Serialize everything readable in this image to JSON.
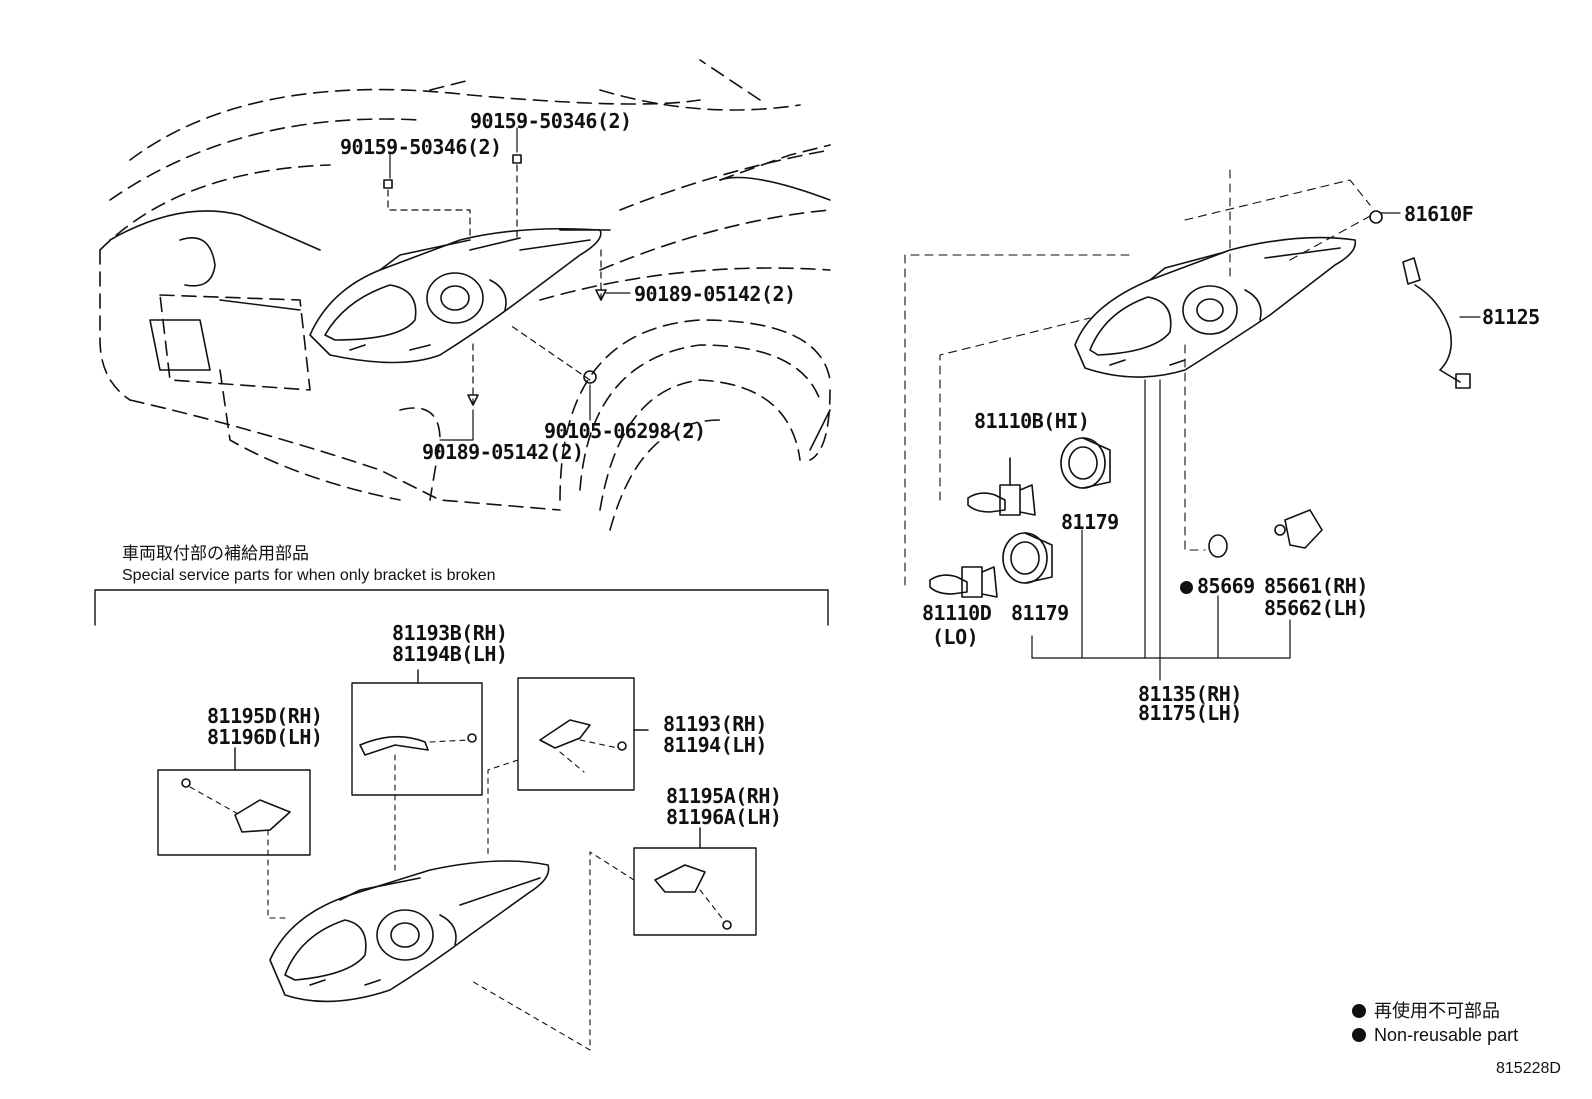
{
  "callouts": {
    "p90159_a": "90159-50346(2)",
    "p90159_b": "90159-50346(2)",
    "p90189_a": "90189-05142(2)",
    "p90189_b": "90189-05142(2)",
    "p90105": "90105-06298(2)",
    "p81610F": "81610F",
    "p81125": "81125",
    "p81110B": "81110B(HI)",
    "p81110D": "81110D",
    "p81110D_sub": "(LO)",
    "p81179_a": "81179",
    "p81179_b": "81179",
    "p85669": "85669",
    "p85661": "85661(RH)",
    "p85662": "85662(LH)",
    "p81135": "81135(RH)",
    "p81175": "81175(LH)",
    "p81193B": "81193B(RH)",
    "p81194B": "81194B(LH)",
    "p81195D": "81195D(RH)",
    "p81196D": "81196D(LH)",
    "p81193": "81193(RH)",
    "p81194": "81194(LH)",
    "p81195A": "81195A(RH)",
    "p81196A": "81196A(LH)"
  },
  "service_note": {
    "jp": "車両取付部の補給用部品",
    "en": "Special service parts for when only bracket is broken"
  },
  "legend": {
    "jp": "再使用不可部品",
    "en": "Non-reusable part"
  },
  "diagram_code": "815228D"
}
